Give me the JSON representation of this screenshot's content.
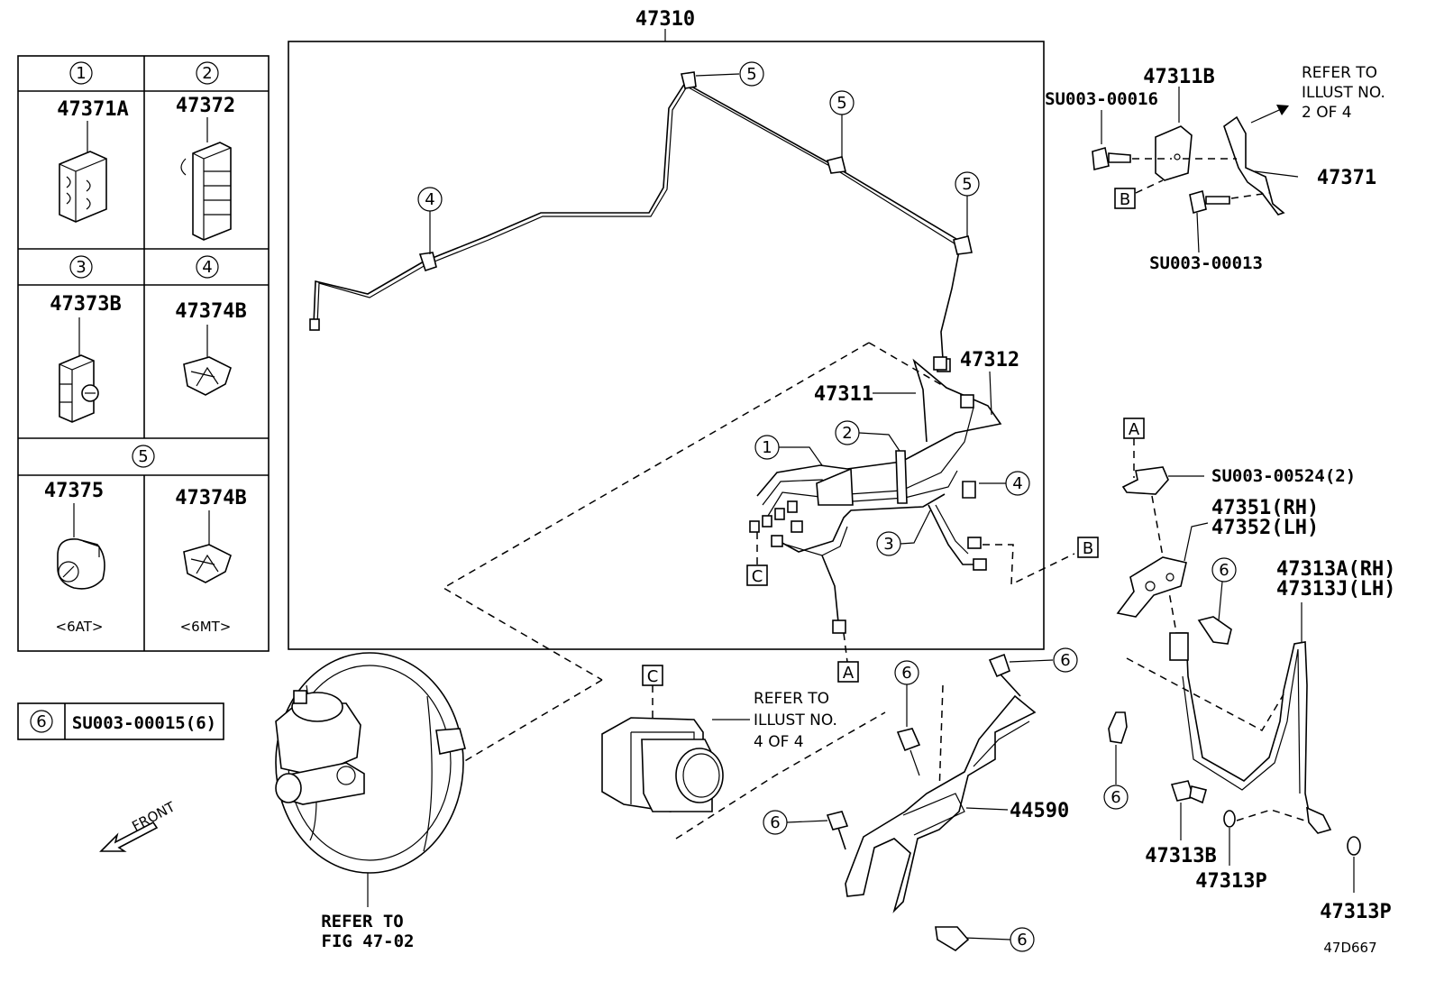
{
  "assembly": {
    "main_part": "47310"
  },
  "legend": {
    "cells": [
      {
        "num": "1",
        "part": "47371A"
      },
      {
        "num": "2",
        "part": "47372"
      },
      {
        "num": "3",
        "part": "47373B"
      },
      {
        "num": "4",
        "part": "47374B"
      }
    ],
    "cell5": {
      "num": "5",
      "left_part": "47375",
      "left_note": "<6AT>",
      "right_part": "47374B",
      "right_note": "<6MT>"
    },
    "cell6": {
      "num": "6",
      "part": "SU003-00015(6)"
    }
  },
  "callouts": {
    "c5": "5",
    "c4": "4",
    "c1": "1",
    "c2": "2",
    "c3": "3",
    "c6": "6",
    "ref_a": "A",
    "ref_b": "B",
    "ref_c": "C"
  },
  "labels": {
    "p47312": "47312",
    "p47311": "47311",
    "p47311b": "47311B",
    "su16": "SU003-00016",
    "su13": "SU003-00013",
    "p47371": "47371",
    "refer2_l1": "REFER TO",
    "refer2_l2": "ILLUST NO.",
    "refer2_l3": "2 OF 4",
    "su524": "SU003-00524(2)",
    "p47351": "47351(RH)",
    "p47352": "47352(LH)",
    "p47313a": "47313A(RH)",
    "p47313j": "47313J(LH)",
    "p44590": "44590",
    "refer4_l1": "REFER TO",
    "refer4_l2": "ILLUST NO.",
    "refer4_l3": "4 OF 4",
    "p47313b": "47313B",
    "p47313p_a": "47313P",
    "p47313p_b": "47313P",
    "refer_fig_l1": "REFER TO",
    "refer_fig_l2": "FIG 47-02",
    "front": "FRONT",
    "diagram_id": "47D667"
  }
}
